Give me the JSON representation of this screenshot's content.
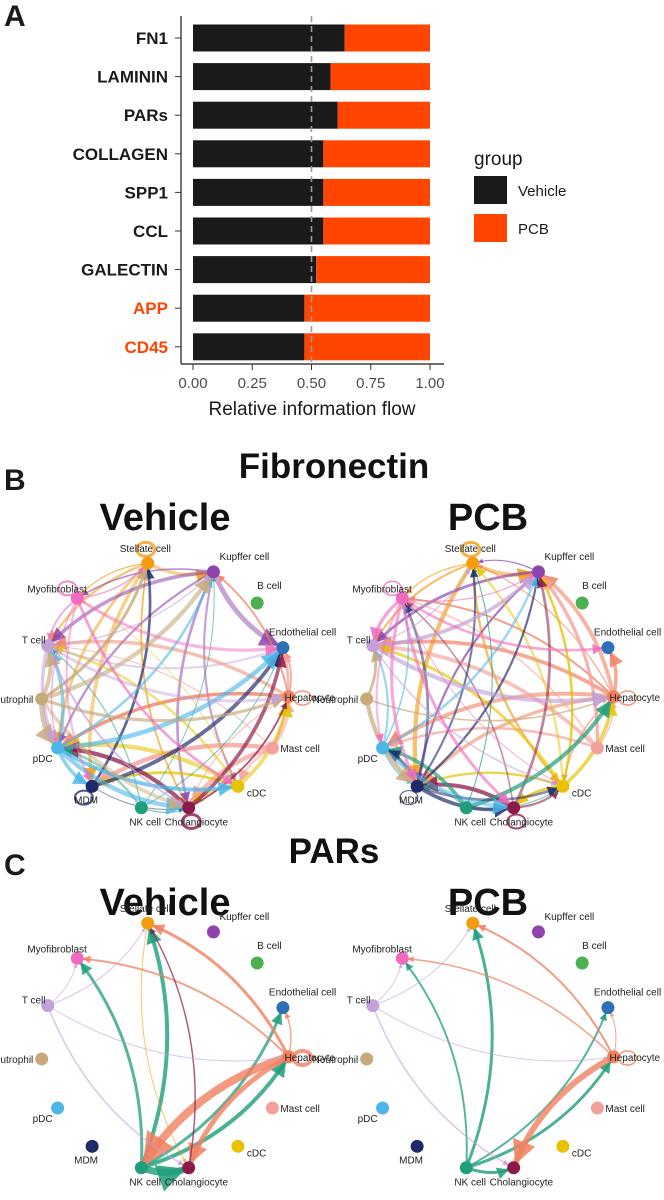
{
  "panels": {
    "a": "A",
    "b": "B",
    "c": "C"
  },
  "chart_data": {
    "type": "bar",
    "orientation": "horizontal",
    "stacked": true,
    "categories": [
      "FN1",
      "LAMININ",
      "PARs",
      "COLLAGEN",
      "SPP1",
      "CCL",
      "GALECTIN",
      "APP",
      "CD45"
    ],
    "highlighted_categories": [
      "APP",
      "CD45"
    ],
    "series": [
      {
        "name": "Vehicle",
        "color": "#1a1a1a",
        "values": [
          0.64,
          0.58,
          0.61,
          0.55,
          0.55,
          0.55,
          0.52,
          0.47,
          0.47
        ]
      },
      {
        "name": "PCB",
        "color": "#ff4500",
        "values": [
          0.36,
          0.42,
          0.39,
          0.45,
          0.45,
          0.45,
          0.48,
          0.53,
          0.53
        ]
      }
    ],
    "xlabel": "Relative information flow",
    "xlim": [
      0,
      1
    ],
    "xticks": [
      "0.00",
      "0.25",
      "0.50",
      "0.75",
      "1.00"
    ],
    "reference_line": 0.5,
    "legend": {
      "title": "group",
      "position": "right"
    }
  },
  "network": {
    "fibronectin_title": "Fibronectin",
    "pars_title": "PARs",
    "group_left": "Vehicle",
    "group_right": "PCB",
    "cell_types": [
      {
        "name": "Stellate cell",
        "color": "#f39c12"
      },
      {
        "name": "Kupffer cell",
        "color": "#8e44ad"
      },
      {
        "name": "B cell",
        "color": "#4caf50"
      },
      {
        "name": "Endothelial cell",
        "color": "#2e6fb5"
      },
      {
        "name": "Hepatocyte",
        "color": "#f08060"
      },
      {
        "name": "Mast cell",
        "color": "#f4a09a"
      },
      {
        "name": "cDC",
        "color": "#e6c200"
      },
      {
        "name": "Cholangiocyte",
        "color": "#8b1a4a"
      },
      {
        "name": "NK cell",
        "color": "#1e9e7a"
      },
      {
        "name": "MDM",
        "color": "#1f2a6b"
      },
      {
        "name": "pDC",
        "color": "#4db6e8"
      },
      {
        "name": "Neutrophil",
        "color": "#c8aa7a"
      },
      {
        "name": "T cell",
        "color": "#c3a0d8"
      },
      {
        "name": "Myofibroblast",
        "color": "#f06bbf"
      }
    ]
  }
}
